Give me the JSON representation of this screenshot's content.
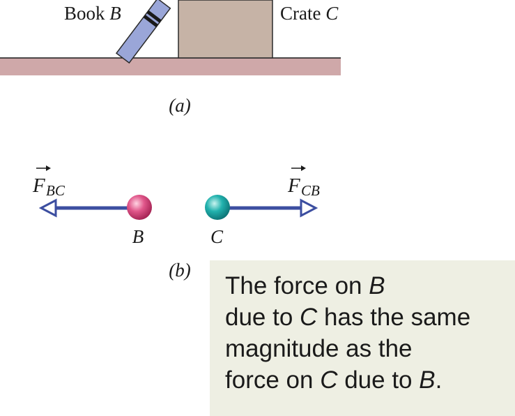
{
  "part_a": {
    "book_label": "Book",
    "book_symbol": "B",
    "crate_label": "Crate",
    "crate_symbol": "C",
    "caption": "(a)"
  },
  "part_b": {
    "force_left_base": "F",
    "force_left_sub": "BC",
    "force_right_base": "F",
    "force_right_sub": "CB",
    "ball_left_label": "B",
    "ball_right_label": "C",
    "caption": "(b)"
  },
  "note": {
    "line1_pre": "The force on ",
    "line1_sym": "B",
    "line2_pre": "due to ",
    "line2_sym": "C",
    "line2_post": " has the same",
    "line3": "magnitude as the",
    "line4_pre": "force on ",
    "line4_sym1": "C",
    "line4_mid": " due to ",
    "line4_sym2": "B",
    "line4_post": "."
  },
  "colors": {
    "floor": "#cfa8a9",
    "crate": "#c6b3a6",
    "book": "#9aa6d8",
    "arrow": "#3c4ea0",
    "ball_b": "#d9356f",
    "ball_c": "#13a7a6",
    "note_bg": "#eeefe3"
  }
}
